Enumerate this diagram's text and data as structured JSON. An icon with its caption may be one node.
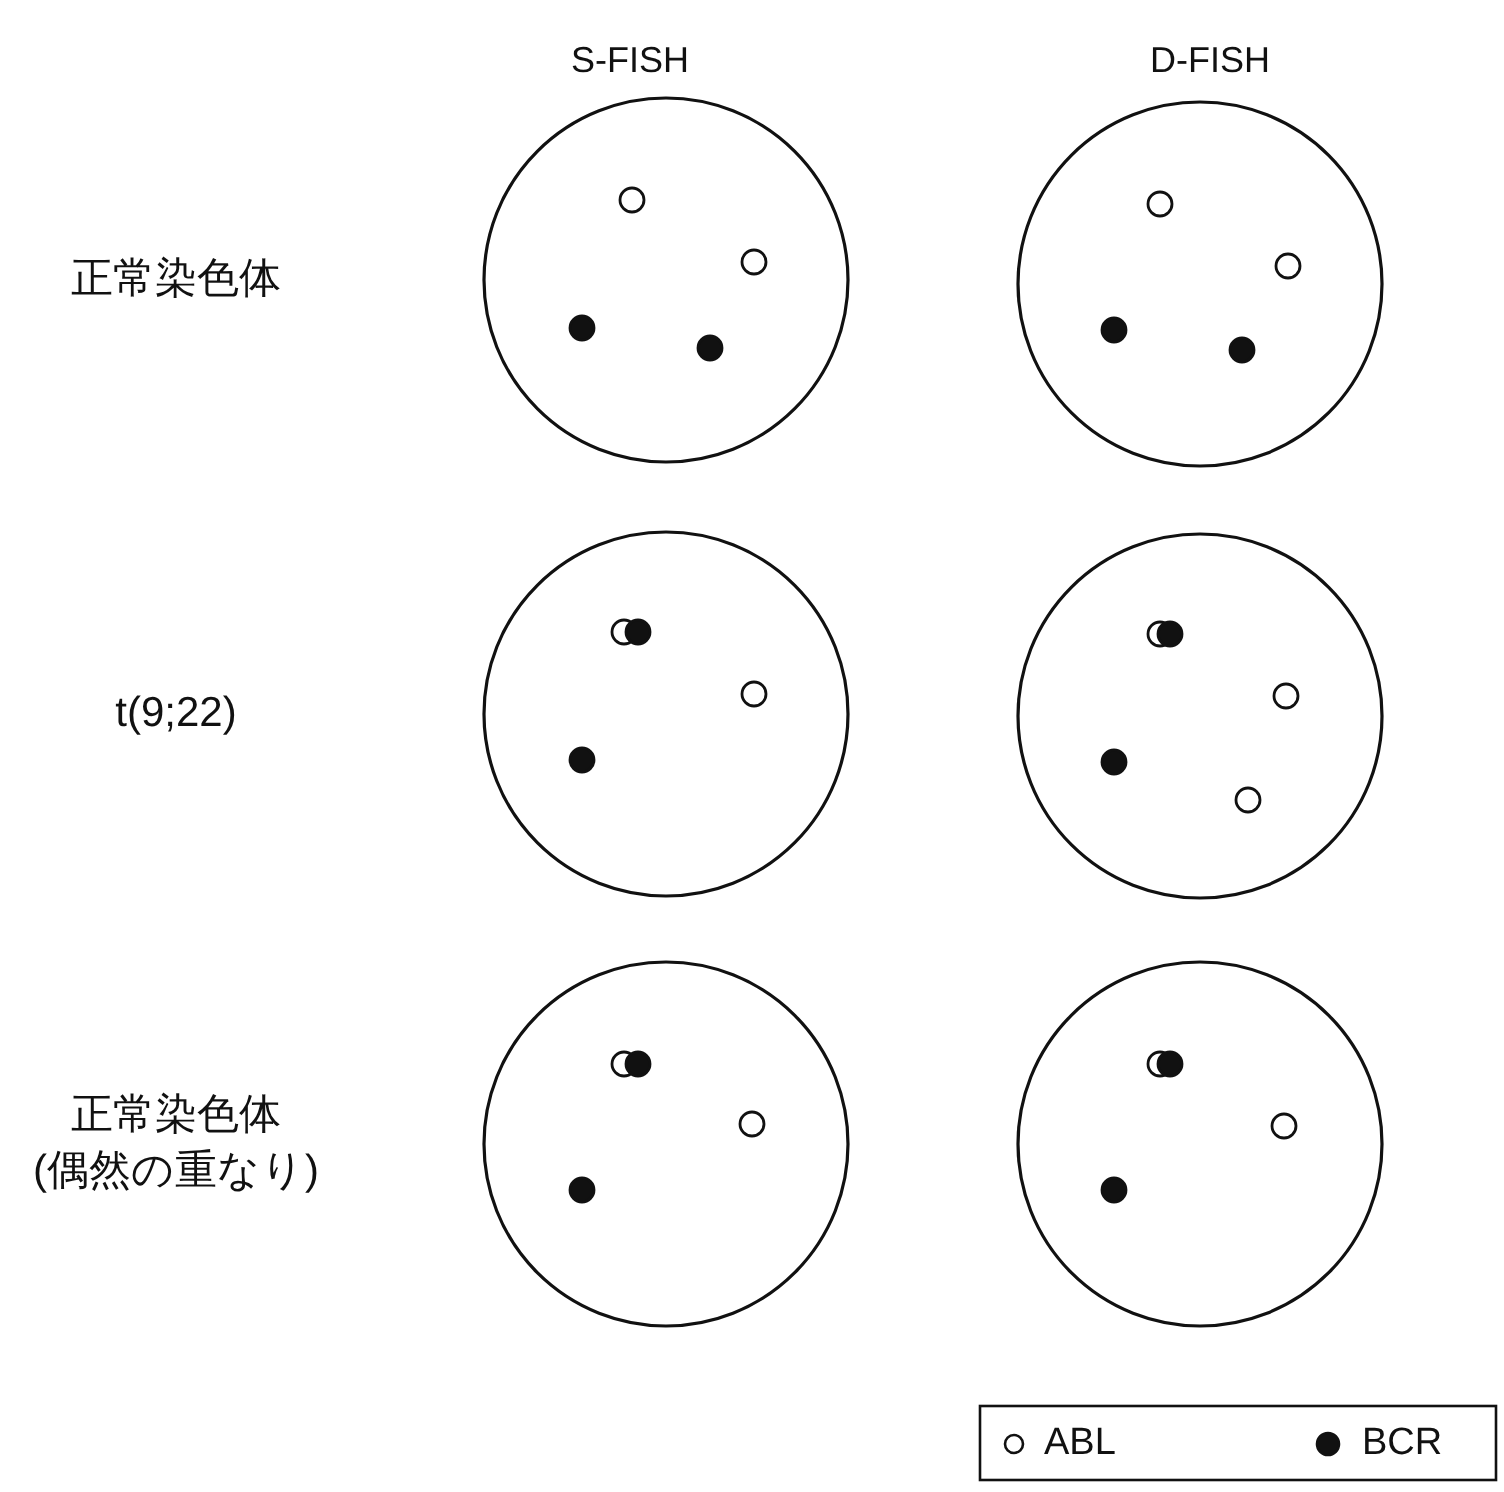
{
  "diagram": {
    "labels": [
      "S-FISH",
      "D-FISH",
      "正常染色体",
      "t(9;22)",
      "正常染色体(偶然の重なり)"
    ],
    "legend": [
      {
        "text": "ABL"
      },
      {
        "text": "BCR"
      }
    ]
  }
}
